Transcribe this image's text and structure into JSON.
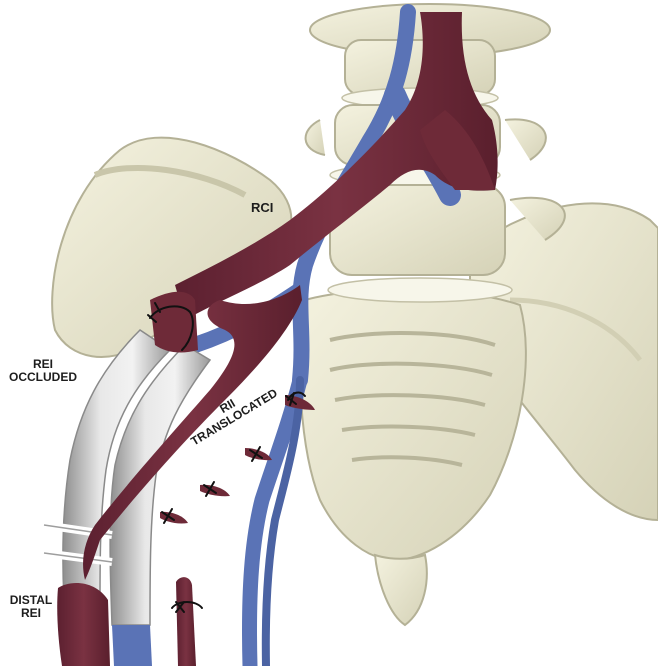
{
  "labels": {
    "rci": "RCI",
    "rei_occluded": [
      "REI",
      "OCCLUDED"
    ],
    "rii_translocated": [
      "RII",
      "TRANSLOCATED"
    ],
    "distal_rei": [
      "DISTAL",
      "REI"
    ]
  },
  "colors": {
    "artery": "#6e2a38",
    "artery_dark": "#4d1a26",
    "vein": "#5a73b6",
    "vein_dark": "#3e548f",
    "bone": "#ecead2",
    "bone_shadow": "#bebb9f",
    "graft": "#d3d3d3",
    "graft_dark": "#9a9a9a",
    "suture": "#111111"
  },
  "icons": {
    "suture": "suture-icon"
  }
}
